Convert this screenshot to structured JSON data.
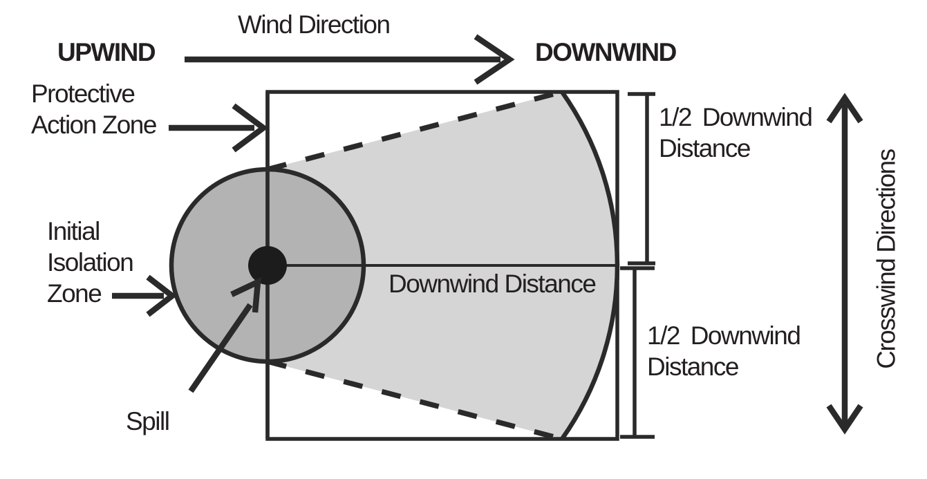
{
  "labels": {
    "wind_direction": "Wind Direction",
    "upwind": "UPWIND",
    "downwind": "DOWNWIND",
    "protective_action_zone_line1": "Protective",
    "protective_action_zone_line2": "Action Zone",
    "initial_isolation_zone_line1": "Initial",
    "initial_isolation_zone_line2": "Isolation",
    "initial_isolation_zone_line3": "Zone",
    "spill": "Spill",
    "downwind_distance": "Downwind Distance",
    "half_downwind_top_line1": "1/2 Downwind",
    "half_downwind_top_line2": "Distance",
    "half_downwind_bottom_line1": "1/2 Downwind",
    "half_downwind_bottom_line2": "Distance",
    "crosswind_directions": "Crosswind Directions"
  },
  "colors": {
    "line": "#2a2a2a",
    "text": "#231f20",
    "initial_isolation_zone_fill": "#b3b3b3",
    "protective_action_zone_fill": "#d5d5d5",
    "spill_dot": "#1c1c1c",
    "background": "#ffffff"
  }
}
